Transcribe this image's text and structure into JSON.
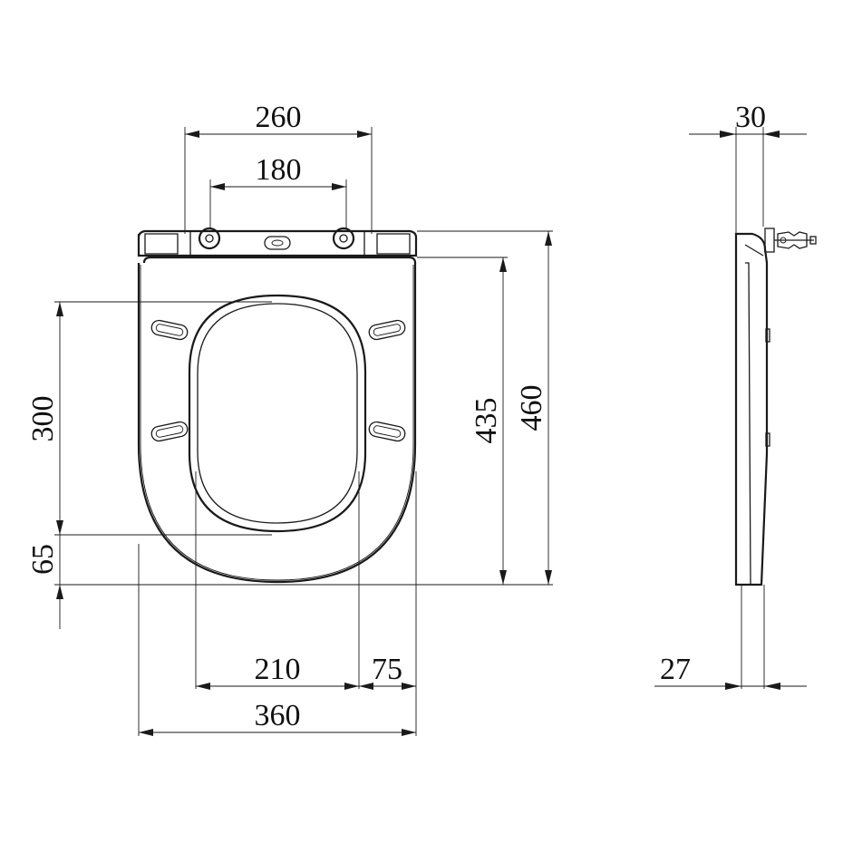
{
  "dimensions": {
    "hinge_outer": "260",
    "hinge_inner": "180",
    "opening_length": "300",
    "front_rim": "65",
    "inner_length": "435",
    "total_length": "460",
    "opening_width": "210",
    "rim_width": "75",
    "total_width": "360",
    "side_thickness_top": "30",
    "side_thickness_bottom": "27"
  },
  "colors": {
    "line": "#1a1a1a",
    "background": "#ffffff"
  }
}
